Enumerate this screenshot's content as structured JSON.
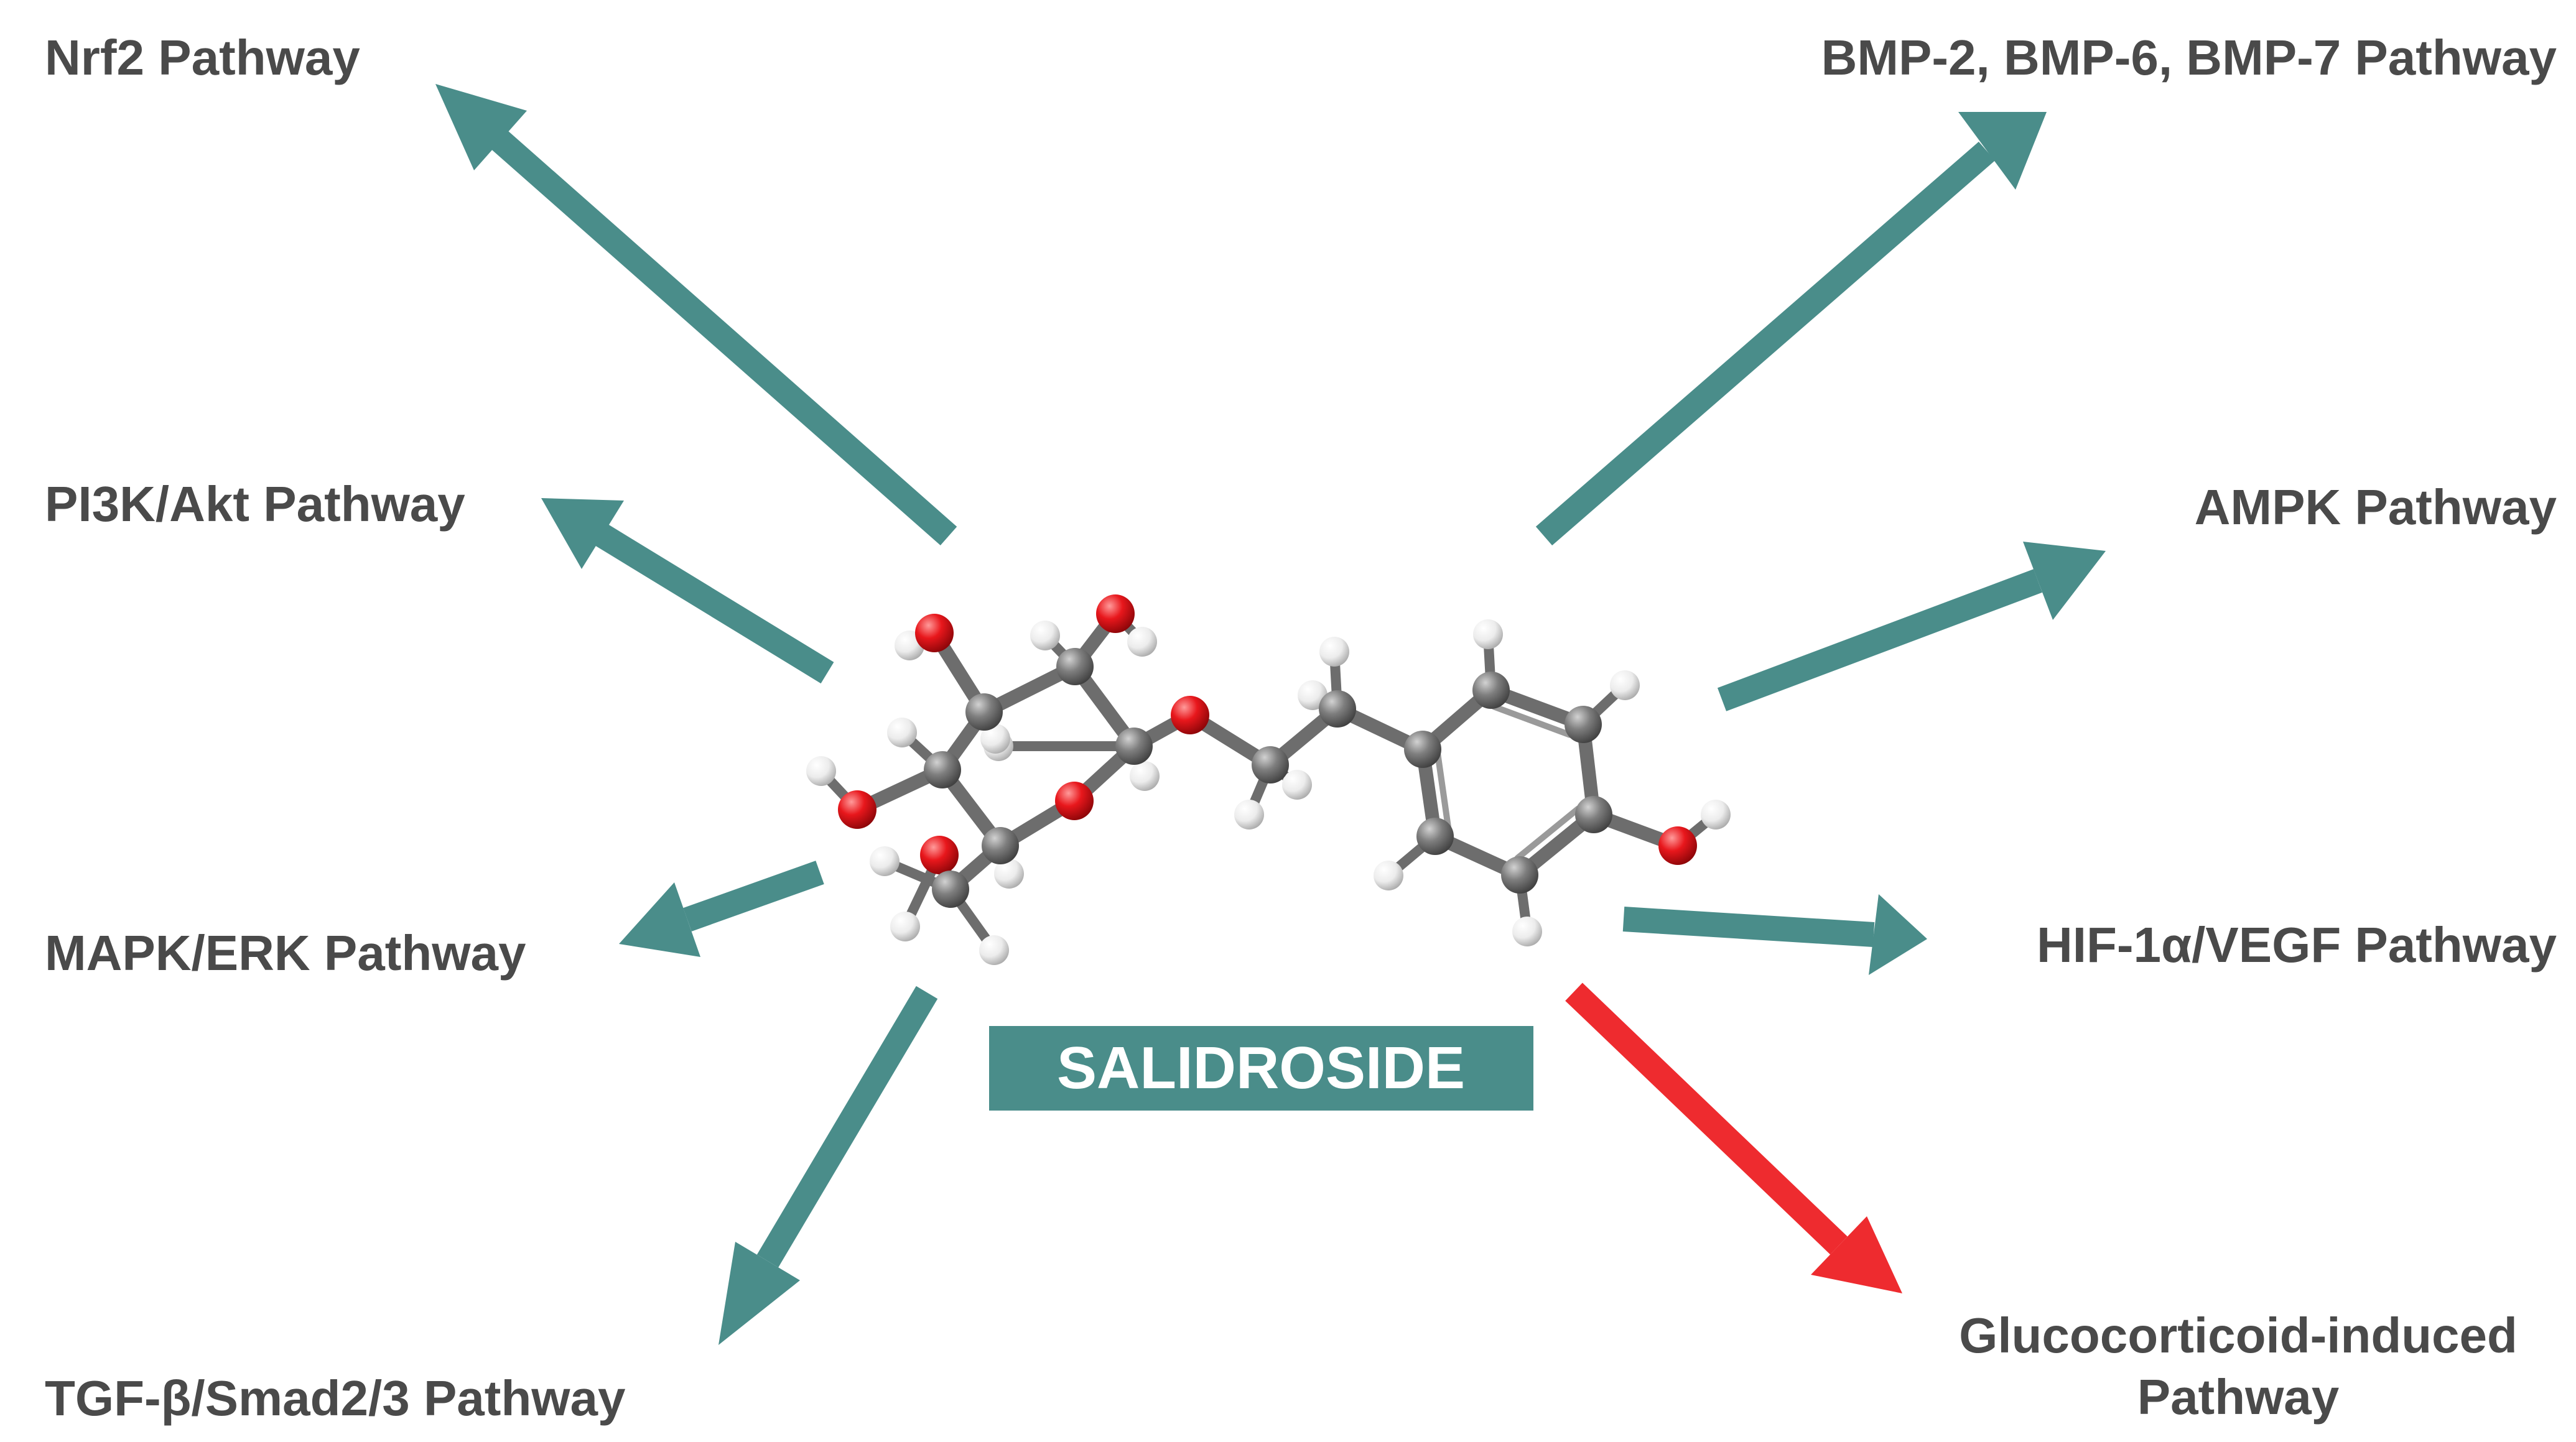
{
  "center_label": "SALIDROSIDE",
  "colors": {
    "arrow": "#4a8d8a",
    "arrow_highlight": "#ee2b2f",
    "label_box": "#4a8d8a",
    "label_text": "#ffffff",
    "text": "#4a4a4a",
    "atom_carbon": "#7a7a7a",
    "atom_oxygen": "#e8171c",
    "atom_hydrogen": "#ececec"
  },
  "pathways": [
    {
      "name": "Nrf2 Pathway"
    },
    {
      "name": "PI3K/Akt Pathway"
    },
    {
      "name": "MAPK/ERK Pathway"
    },
    {
      "name": "TGF-β/Smad2/3 Pathway"
    },
    {
      "name": "BMP-2, BMP-6, BMP-7 Pathway"
    },
    {
      "name": "AMPK Pathway"
    },
    {
      "name": "HIF-1α/VEGF Pathway"
    },
    {
      "name": "Glucocorticoid-induced",
      "name_line2": "Pathway",
      "highlight": true
    }
  ]
}
